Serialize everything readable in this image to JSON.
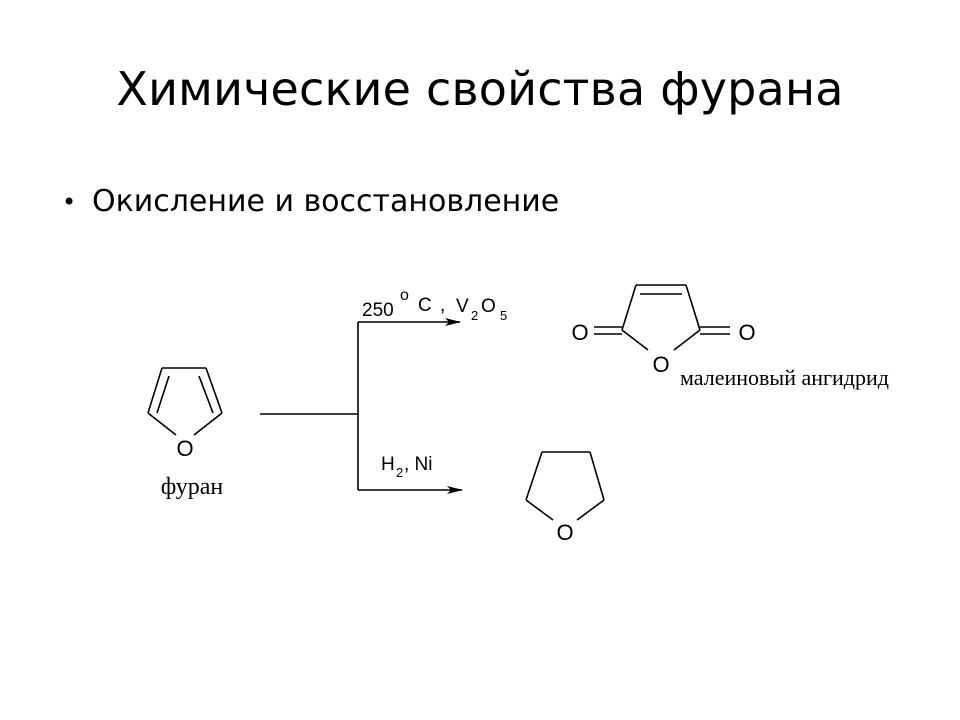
{
  "slide": {
    "title": "Химические свойства фурана",
    "bullet": "Окисление и восстановление",
    "bullet_marker": "•"
  },
  "scheme": {
    "furan_name": "фуран",
    "furan_O": "O",
    "upper_conditions": {
      "temp_value": "250",
      "degree": "o",
      "unit": "C",
      "sep": ",",
      "catalyst_V": "V",
      "catalyst_V_sub": "2",
      "catalyst_O": "O",
      "catalyst_O_sub": "5"
    },
    "lower_conditions": {
      "H": "H",
      "H_sub": "2",
      "rest": ", Ni"
    },
    "product1_name": "малеиновый ангидрид",
    "product1_O_left": "O",
    "product1_O_right": "O",
    "product1_O_ring": "O",
    "product2_O": "O"
  }
}
